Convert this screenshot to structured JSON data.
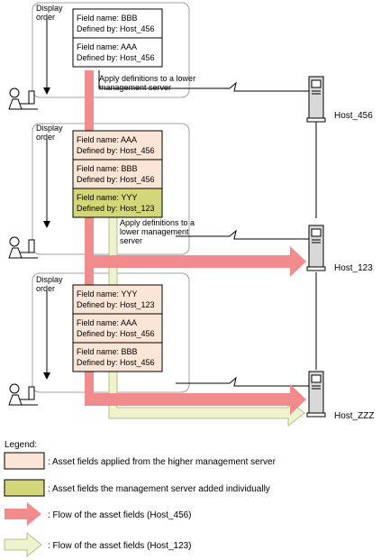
{
  "display_order_label": [
    "Display",
    "order"
  ],
  "apply_label_1": [
    "Apply definitions to a lower",
    "management server"
  ],
  "apply_label_2": [
    "Apply definitions to a",
    "lower management",
    "server"
  ],
  "hosts": [
    "Host_456",
    "Host_123",
    "Host_ZZZ"
  ],
  "panel1_fields": [
    {
      "name": "Field name: BBB",
      "def": "Defined by: Host_456"
    },
    {
      "name": "Field name: AAA",
      "def": "Defined by: Host_456"
    }
  ],
  "panel2_fields": [
    {
      "name": "Field name: AAA",
      "def": "Defined by: Host_456"
    },
    {
      "name": "Field name: BBB",
      "def": "Defined by: Host_456"
    },
    {
      "name": "Field name: YYY",
      "def": "Defined by: Host_123"
    }
  ],
  "panel3_fields": [
    {
      "name": "Field name: YYY",
      "def": "Defined by: Host_123"
    },
    {
      "name": "Field name: AAA",
      "def": "Defined by: Host_456"
    },
    {
      "name": "Field name: BBB",
      "def": "Defined by: Host_456"
    }
  ],
  "legend": {
    "title": "Legend:",
    "items": [
      ": Asset fields applied from the higher management server",
      ": Asset fields the management server added individually",
      ": Flow of the asset fields (Host_456)",
      ": Flow of the asset fields (Host_123)"
    ]
  },
  "colors": {
    "applied_fill": "#fbe5d6",
    "individual_fill": "#d4d67a",
    "flow_456": "#f28c8c",
    "flow_123": "#eef2cf"
  }
}
